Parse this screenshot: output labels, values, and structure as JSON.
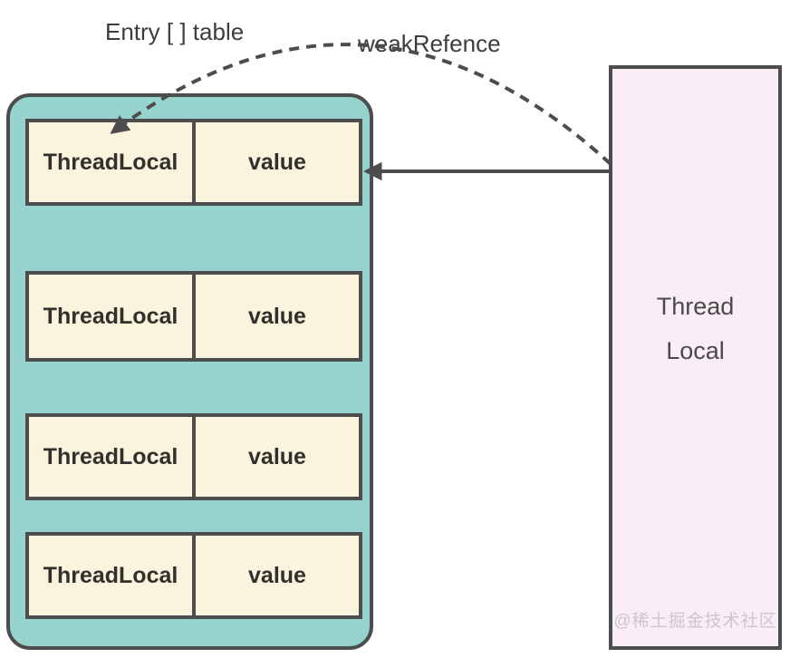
{
  "diagram": {
    "title_label": "Entry [ ] table",
    "arrow_label": "weakRefence",
    "entry_rows": [
      {
        "key": "ThreadLocal",
        "value": "value"
      },
      {
        "key": "ThreadLocal",
        "value": "value"
      },
      {
        "key": "ThreadLocal",
        "value": "value"
      },
      {
        "key": "ThreadLocal",
        "value": "value"
      }
    ],
    "thread_box": {
      "line1": "Thread",
      "line2": "Local"
    },
    "watermark": "@稀土掘金技术社区",
    "colors": {
      "container_fill": "#97d3ce",
      "cell_fill": "#faf3dd",
      "thread_box_fill": "#faeef6",
      "stroke": "#4d4d4d"
    }
  }
}
